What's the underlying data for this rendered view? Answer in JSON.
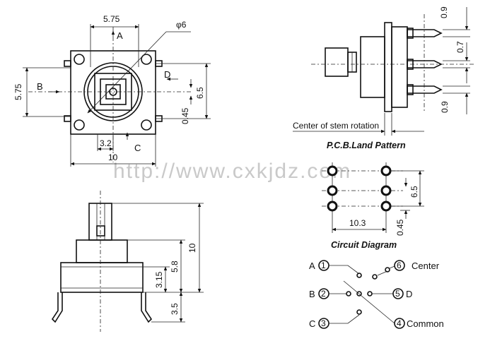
{
  "watermark": "http://www.cxkjdz.com",
  "top_view": {
    "dims": {
      "width_top": "5.75",
      "diameter": "φ6",
      "height_left": "5.75",
      "height_right": "6.5",
      "gap": "0.45",
      "offset": "3.2",
      "width_bottom": "10"
    },
    "labels": {
      "a": "A",
      "b": "B",
      "c": "C",
      "d": "D"
    }
  },
  "side_view": {
    "dims": {
      "d1": "0.9",
      "d2": "0.7",
      "d3": "0.9"
    },
    "stem_label": "Center of stem rotation"
  },
  "pcb": {
    "title": "P.C.B.Land Pattern",
    "dims": {
      "vertical": "6.5",
      "horizontal": "10.3",
      "gap": "0.45"
    }
  },
  "front_view": {
    "dims": {
      "total": "10",
      "body": "5.8",
      "base": "3.15",
      "pin": "3.5"
    }
  },
  "circuit": {
    "title": "Circuit Diagram",
    "pins": {
      "p1": "1",
      "p2": "2",
      "p3": "3",
      "p4": "4",
      "p5": "5",
      "p6": "6"
    },
    "labels": {
      "a": "A",
      "b": "B",
      "c": "C",
      "d": "D",
      "center": "Center",
      "common": "Common"
    }
  }
}
